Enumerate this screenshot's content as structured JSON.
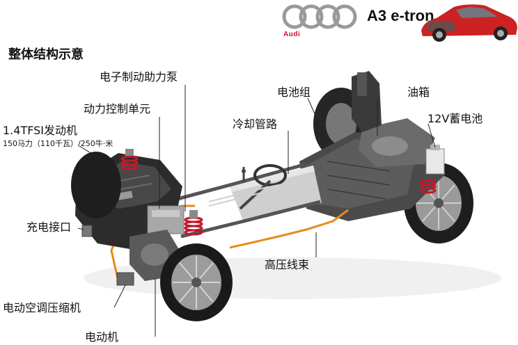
{
  "header": {
    "title": "整体结构示意",
    "brand": "Audi",
    "model": "A3 e-tron"
  },
  "callouts": {
    "brake_pump": "电子制动助力泵",
    "power_control": "动力控制单元",
    "engine": "1.4TFSI发动机",
    "engine_spec": "150马力（110千瓦）/250牛·米",
    "charging_port": "充电接口",
    "ac_compressor": "电动空调压缩机",
    "motor": "电动机",
    "cooling_pipe": "冷却管路",
    "battery_pack": "电池组",
    "fuel_tank": "油箱",
    "battery_12v": "12V蓄电池",
    "hv_harness": "高压线束"
  },
  "colors": {
    "logo_ring": "#9a9a9a",
    "brand_red": "#c8102e",
    "car_red": "#cc2222",
    "chassis_dark": "#3a3a3a",
    "orange_cable": "#e68a1a",
    "spring_red": "#c0192a"
  }
}
